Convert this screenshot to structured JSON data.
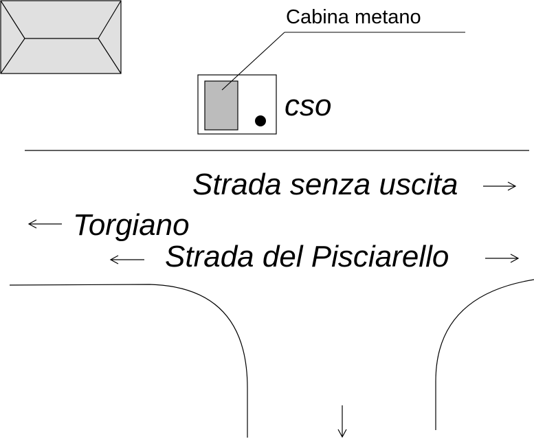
{
  "labels": {
    "cabina_metano": "Cabina metano",
    "cso": "cso",
    "strada_senza_uscita": "Strada senza uscita",
    "torgiano": "Torgiano",
    "strada_del_pisciarello": "Strada del Pisciarello"
  },
  "colors": {
    "building_fill": "#e0e0e0",
    "cabin_fill": "#bcbcbc",
    "line": "#000000",
    "background": "#ffffff"
  }
}
